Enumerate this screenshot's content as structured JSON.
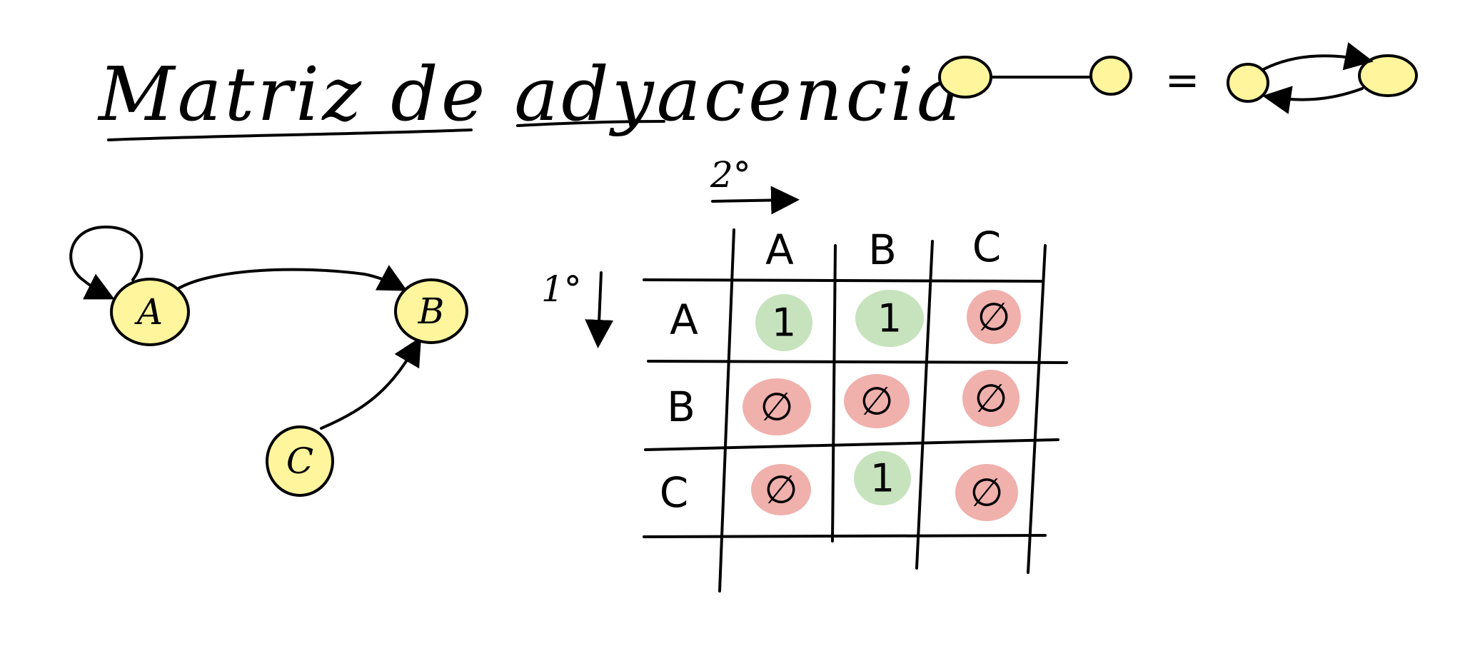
{
  "title": "Matriz de adyacencia",
  "colors": {
    "node_fill": "#fff59d",
    "one_fill": "#c6e3bd",
    "zero_fill": "#f0b0ac",
    "ink": "#000000"
  },
  "graph": {
    "nodes": [
      "A",
      "B",
      "C"
    ],
    "edges": [
      {
        "from": "A",
        "to": "A"
      },
      {
        "from": "A",
        "to": "B"
      },
      {
        "from": "C",
        "to": "B"
      }
    ]
  },
  "equivalence": {
    "symbol": "="
  },
  "matrix": {
    "col_order_label": "2°",
    "row_order_label": "1°",
    "col_headers": [
      "A",
      "B",
      "C"
    ],
    "row_headers": [
      "A",
      "B",
      "C"
    ],
    "cells": [
      [
        "1",
        "1",
        "∅"
      ],
      [
        "∅",
        "∅",
        "∅"
      ],
      [
        "∅",
        "1",
        "∅"
      ]
    ]
  }
}
